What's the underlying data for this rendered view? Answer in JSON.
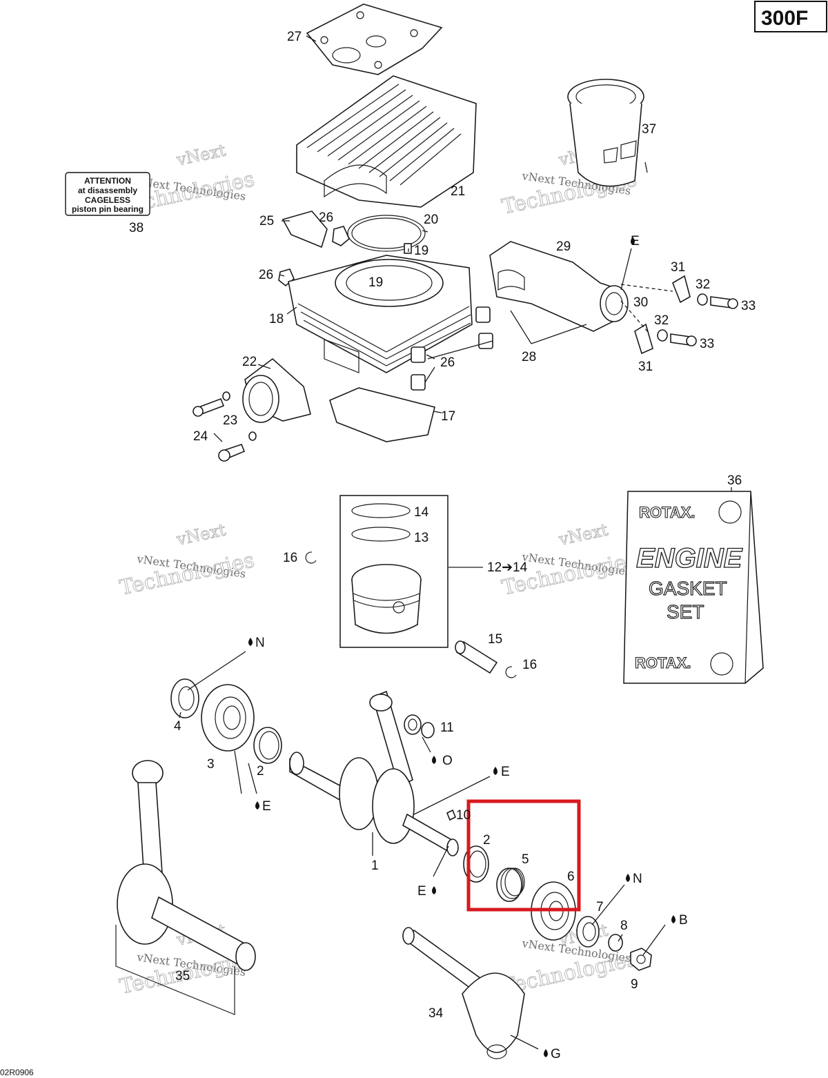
{
  "figure_id": "300F",
  "diagram_code": "02R0906",
  "highlight_color": "#d8191f",
  "watermark": {
    "line1": "vNext",
    "line2": "vNext Technologies",
    "line3": "Technologies"
  },
  "attention_tag": {
    "line1": "ATTENTION",
    "line2": "at disassembly",
    "line3": "CAGELESS",
    "line4": "piston pin bearing"
  },
  "gasket_set_box": {
    "brand_top": "ROTAX.",
    "title": "ENGINE",
    "line2": "GASKET",
    "line3": "SET",
    "brand_bottom": "ROTAX."
  },
  "callouts": [
    "27",
    "37",
    "21",
    "38",
    "25",
    "26",
    "20",
    "19",
    "19",
    "26",
    "18",
    "29",
    "E",
    "31",
    "32",
    "33",
    "30",
    "32",
    "33",
    "28",
    "31",
    "26",
    "22",
    "23",
    "24",
    "17",
    "36",
    "14",
    "13",
    "16",
    "12➔14",
    "15",
    "16",
    "N",
    "4",
    "3",
    "2",
    "E",
    "11",
    "O",
    "E",
    "10",
    "2",
    "5",
    "6",
    "1",
    "E",
    "N",
    "7",
    "8",
    "B",
    "9",
    "35",
    "34",
    "G"
  ],
  "lube_codes": [
    "E",
    "N",
    "O",
    "E",
    "E",
    "E",
    "N",
    "B",
    "G"
  ]
}
